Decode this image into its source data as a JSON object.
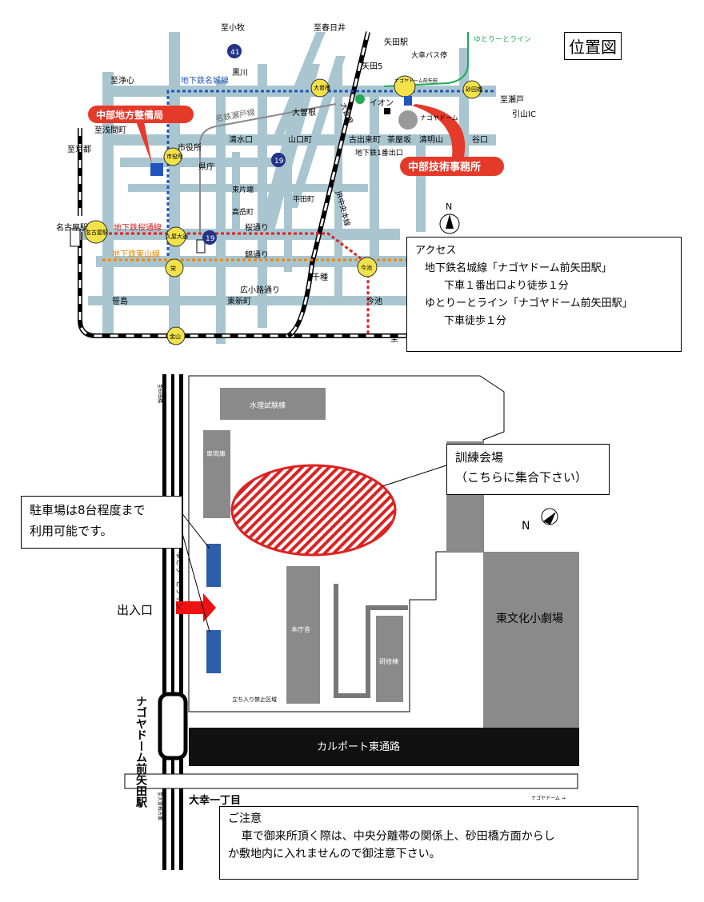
{
  "title": "位置図",
  "colors": {
    "subway_meijo": "#2255bb",
    "subway_sakuradori": "#dd2222",
    "subway_higashiyama": "#ee8800",
    "yutorito_line": "#22aa55",
    "road": "#a9c6d0",
    "jr_rail": "#000000",
    "callout_red": "#e53a2a",
    "station_yellow": "#f2e24a",
    "building_gray": "#8a8a8a",
    "target_red": "#dd2222"
  },
  "area_map": {
    "place_labels": {
      "komaki": "至小牧",
      "kasugai": "至春日井",
      "jouhoku": "至浄心",
      "asamacho": "至浅間町",
      "kyoto": "至京都",
      "nagoya_sta": "名古屋駅",
      "seto": "至瀬戸",
      "hikiyama": "引山IC",
      "yada_sta": "矢田駅",
      "yada5": "矢田5",
      "daiko_bus": "大幸バス停",
      "yutorito": "ゆとりーとライン",
      "ozone": "大曽根",
      "ozone2": "大曽根",
      "ozone_box": "大曽根",
      "sunada": "砂田橋",
      "nagoya_dome": "ナゴヤドーム前矢田",
      "aeon": "イオン",
      "dome": "ナゴヤドーム",
      "kuroda": "黒川",
      "meitetsu_seto": "名鉄瀬戸線",
      "meijo_line": "地下鉄名城線",
      "chubu_bureau": "中部地方整備局",
      "shiyakusho_sta": "市役所",
      "shiyakusho": "市役所",
      "kencho": "県庁",
      "shimizuguchi": "清水口",
      "yamaguchicho": "山口町",
      "kodeki": "古出来町",
      "chayagasaka": "茶屋坂",
      "seimeiyama": "清明山",
      "taniguchi": "谷口",
      "exit1": "地下鉄1番出口",
      "chubu_office": "中部技術事務所",
      "higashikataha": "東片端",
      "takaoka": "高岳町",
      "hiratacho": "平田町",
      "jr_chuo": "JR中央本線",
      "sakuradori_line": "地下鉄桜通線",
      "hisaya": "久屋大通",
      "sakuradori": "桜通り",
      "higashiyama_line": "地下鉄東山線",
      "sakae": "栄",
      "nishikidori": "錦通り",
      "imaike": "今池",
      "imaike2": "今池",
      "chikusa": "千種",
      "hirokoji": "広小路通り",
      "sasashima": "笹島",
      "higashishincho": "東新町",
      "kanayama": "金山",
      "shi": "至",
      "nagoya_station_circle": "名古屋駅",
      "route41": "41",
      "route19a": "19",
      "route19b": "19",
      "north": "N"
    },
    "access": {
      "heading": "アクセス",
      "line1": "地下鉄名城線「ナゴヤドーム前矢田駅」",
      "line2": "下車１番出口より徒歩１分",
      "line3": "ゆとりーとライン「ナゴヤドーム前矢田駅」",
      "line4": "下車徒歩１分"
    }
  },
  "site_map": {
    "labels": {
      "suiri": "水理試験棟",
      "shako": "車両庫",
      "honcho": "本庁舎",
      "kenshu": "研修棟",
      "higashi_bunka": "東文化小劇場",
      "karu_port": "カルポート東通路",
      "entrance": "出入口",
      "station": "ナゴヤドーム前矢田駅",
      "daiko": "大幸一丁目",
      "yutorito_v": "ゆとりーとライン",
      "tachiiri": "立ち入り禁止区域",
      "north": "N",
      "to_sunada": "至砂田橋",
      "to_ozone": "至大曽根方面",
      "to_dome": "ナゴヤドーム →"
    },
    "training_label": {
      "line1": "訓練会場",
      "line2": "（こちらに集合下さい）"
    },
    "parking_label": {
      "line1": "駐車場は8台程度まで",
      "line2": "利用可能です。"
    },
    "note": {
      "heading": "ご注意",
      "text1": "車で御来所頂く際は、中央分離帯の関係上、砂田橋方面からし",
      "text2": "か敷地内に入れませんので御注意下さい。"
    }
  }
}
